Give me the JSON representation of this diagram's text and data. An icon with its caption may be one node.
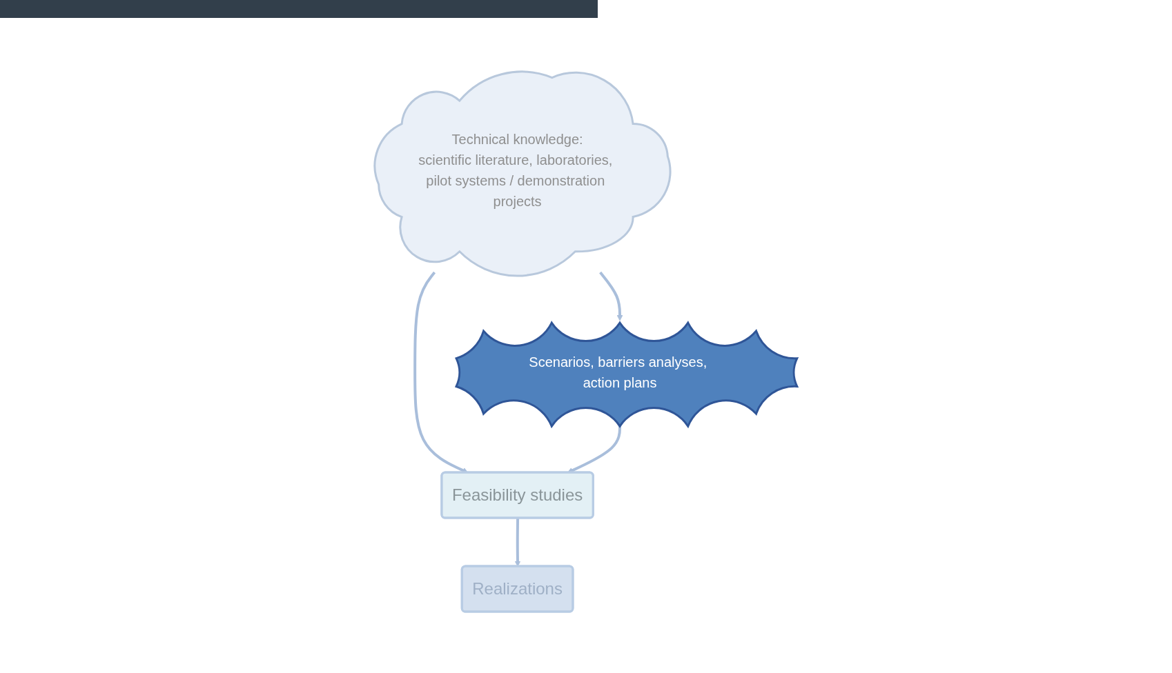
{
  "diagram": {
    "nodes": [
      {
        "text": [
          "Technical knowledge:",
          "scientific literature, laboratories, pilot systems / demonstration projects"
        ]
      },
      {
        "text": [
          "Scenarios, barriers analyses, action plans"
        ]
      },
      {
        "text": [
          "Feasibility studies"
        ]
      },
      {
        "text": [
          "Realizations"
        ]
      }
    ],
    "edges": [
      {
        "from": 0,
        "to": 1,
        "arrow": "to"
      },
      {
        "from": 0,
        "to": 2,
        "arrow": "to"
      },
      {
        "from": 1,
        "to": 2,
        "arrow": "to"
      },
      {
        "from": 2,
        "to": 3,
        "arrow": "to"
      }
    ]
  }
}
